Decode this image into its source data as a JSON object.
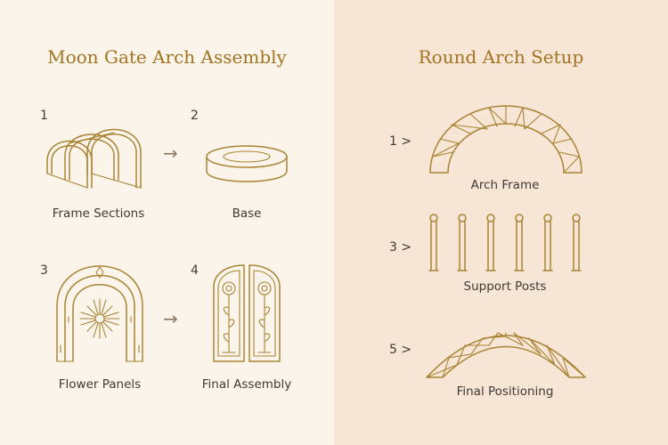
{
  "left": {
    "title": "Moon Gate Arch Assembly",
    "steps": [
      {
        "number": "1",
        "label": "Frame Sections"
      },
      {
        "number": "2",
        "label": "Base"
      },
      {
        "number": "3",
        "label": "Flower Panels"
      },
      {
        "number": "4",
        "label": "Final Assembly"
      }
    ],
    "arrow": "→"
  },
  "right": {
    "title": "Round Arch Setup",
    "steps": [
      {
        "number": "1 >",
        "label": "Arch Frame"
      },
      {
        "number": "3 >",
        "label": "Support Posts"
      },
      {
        "number": "5 >",
        "label": "Final Positioning"
      }
    ]
  },
  "colors": {
    "accent_title": "#a27422",
    "line_art": "#a98434",
    "left_background": "#faf4ea",
    "right_background": "#f7e5d6"
  }
}
